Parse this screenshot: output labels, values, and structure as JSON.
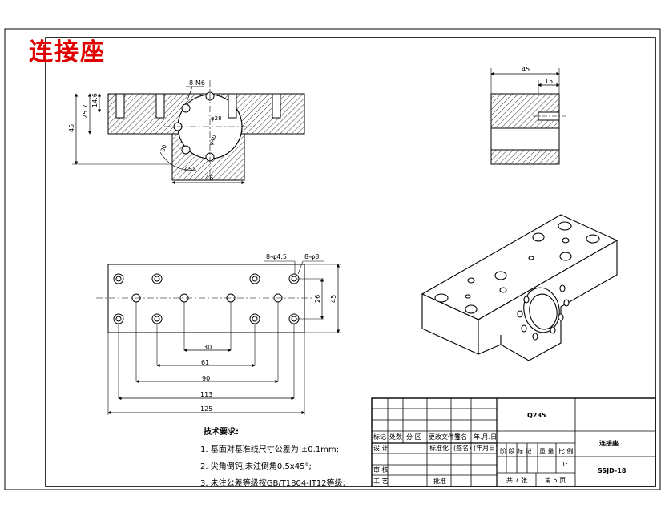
{
  "title": "连接座",
  "views": {
    "front": {
      "callout_thread": "8-M6",
      "dims": {
        "height_total": "45",
        "height_a": "25.7",
        "height_b": "14.6",
        "bore": "φ28",
        "pcd": "φ40",
        "angle": "45°",
        "width": "46",
        "small": "30"
      }
    },
    "side": {
      "dims": {
        "width": "45",
        "offset": "15"
      }
    },
    "top": {
      "callout_hole_small": "8-φ4.5",
      "callout_hole_large": "8-φ8",
      "dims": {
        "d30": "30",
        "d61": "61",
        "d90": "90",
        "d113": "113",
        "d125": "125",
        "d26": "26",
        "d45": "45"
      }
    }
  },
  "notes": {
    "title": "技术要求:",
    "items": [
      "1. 基面对基准线尺寸公差为 ±0.1mm;",
      "2. 尖角倒钝,未注倒角0.5x45°;",
      "3. 未注公差等级按GB/T1804-IT12等级;"
    ]
  },
  "title_block": {
    "material": "Q235",
    "part_name": "连接座",
    "drawing_no": "SSJD-18",
    "scale": "1:1",
    "sheet_total": "共 7 张",
    "sheet_no": "第 5 页",
    "row_headers": [
      "标记",
      "处数",
      "分 区",
      "更改文件号",
      "签名",
      "年.月.日"
    ],
    "left_labels": [
      "设 计",
      "审 核",
      "工 艺"
    ],
    "std_label": "标准化",
    "sign_label": "(签名)",
    "date_label": "(年月日)",
    "approve_label": "批准",
    "stage_headers": [
      "阶 段 标 记",
      "重 量",
      "比 例"
    ]
  }
}
